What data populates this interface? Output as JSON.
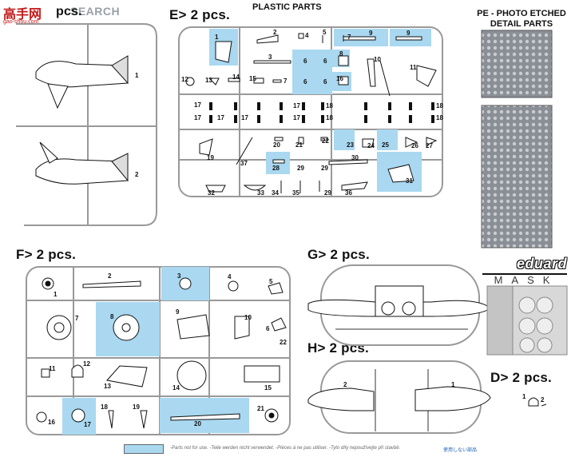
{
  "watermark": {
    "logo": "高手网",
    "site": "gao-shou.com",
    "search": "SEARCH"
  },
  "header": {
    "title": "PLASTIC PARTS"
  },
  "sprues": {
    "e": {
      "label": "E>  2 pcs."
    },
    "f": {
      "label": "F>  2 pcs."
    },
    "g": {
      "label": "G>  2 pcs."
    },
    "h": {
      "label": "H>  2 pcs."
    },
    "d": {
      "label": "D>  2 pcs."
    },
    "a_partial": {
      "label": "pcs."
    }
  },
  "photo_etched": {
    "title_line1": "PE - PHOTO ETCHED",
    "title_line2": "DETAIL PARTS"
  },
  "mask": {
    "brand": "eduard",
    "word": "MASK"
  },
  "legend": {
    "text": "-Parts not for use.  -Teile werden nicht verwendet.  -Pièces à ne pas utiliser.  -Tyto díly nepoužívejte při stavbě.",
    "jp": "使用しない部品"
  },
  "colors": {
    "unused_part_fill": "#a9d8f0",
    "frame": "#999999",
    "watermark_red": "#c41a1a"
  },
  "part_numbers": {
    "left_sprue": [
      "1",
      "2"
    ],
    "e_top": [
      "1",
      "2",
      "4",
      "5",
      "7",
      "9",
      "9",
      "3",
      "6",
      "6",
      "8",
      "6",
      "6",
      "16",
      "10",
      "11",
      "12",
      "13",
      "14",
      "15",
      "7"
    ],
    "e_rows": [
      "17",
      "17",
      "17",
      "18",
      "18",
      "17",
      "17",
      "17",
      "18",
      "18"
    ],
    "e_bottom": [
      "19",
      "37",
      "20",
      "21",
      "22",
      "23",
      "24",
      "25",
      "26",
      "27",
      "28",
      "29",
      "29",
      "30",
      "31",
      "32",
      "33",
      "34",
      "35",
      "29",
      "36"
    ],
    "f": [
      "1",
      "2",
      "3",
      "4",
      "5",
      "7",
      "8",
      "9",
      "10",
      "6",
      "22",
      "11",
      "12",
      "13",
      "14",
      "15",
      "16",
      "17",
      "18",
      "19",
      "20",
      "21"
    ],
    "g": [],
    "h": [
      "2",
      "1"
    ],
    "d": [
      "1",
      "2"
    ]
  }
}
